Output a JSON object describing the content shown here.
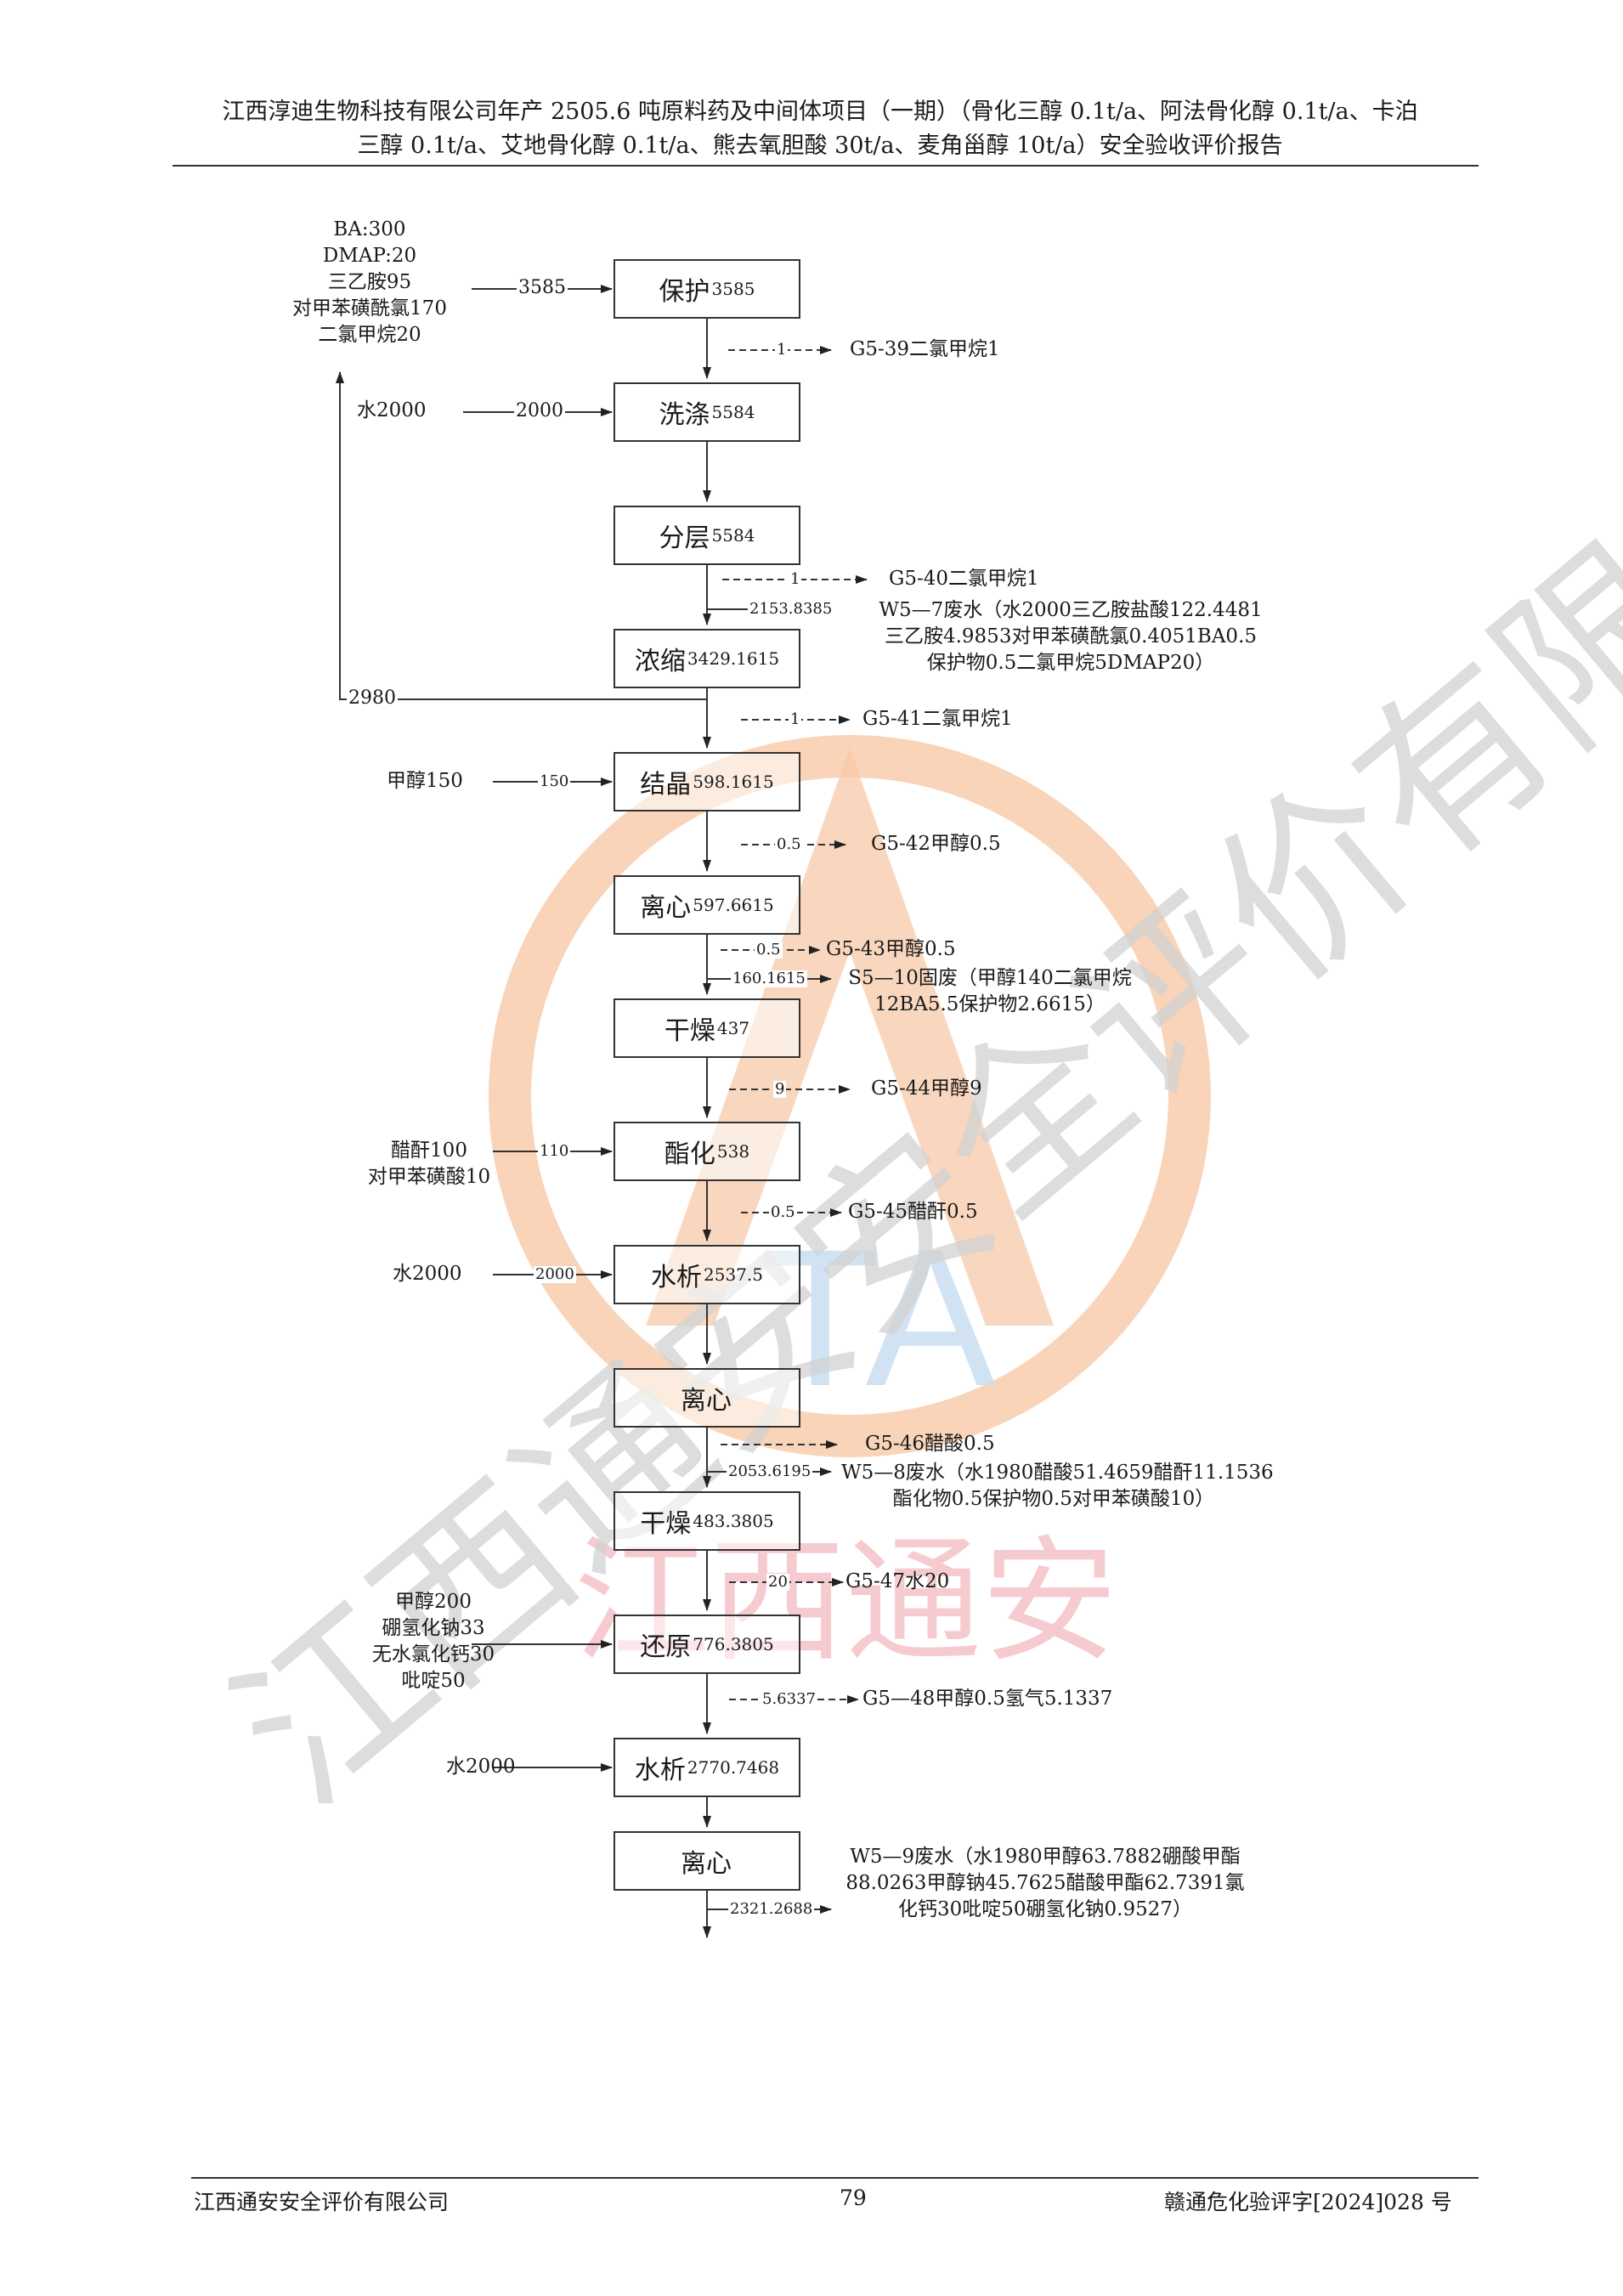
{
  "header": {
    "line1": "江西淳迪生物科技有限公司年产 2505.6 吨原料药及中间体项目（一期）（骨化三醇 0.1t/a、阿法骨化醇 0.1t/a、卡泊",
    "line2": "三醇 0.1t/a、艾地骨化醇 0.1t/a、熊去氧胆酸 30t/a、麦角甾醇 10t/a）安全验收评价报告"
  },
  "inputs": {
    "protect": [
      "BA:300",
      "DMAP:20",
      "三乙胺95",
      "对甲苯磺酰氯170",
      "二氯甲烷20"
    ],
    "wash": "水2000",
    "crystal": "甲醇150",
    "ester": [
      "醋酐100",
      "对甲苯磺酸10"
    ],
    "hydro1": "水2000",
    "reduce": [
      "甲醇200",
      "硼氢化钠33",
      "无水氯化钙30",
      "吡啶50"
    ],
    "hydro2": "水2000"
  },
  "flows": {
    "in_protect": "3585",
    "in_wash": "2000",
    "recycle": "2980",
    "in_crystal": "150",
    "in_ester": "110",
    "in_hydro1": "2000",
    "g539": "1",
    "g540": "1",
    "w57": "2153.8385",
    "g541": "1",
    "g542": "0.5",
    "g543": "0.5",
    "s510": "160.1615",
    "g544": "9",
    "g545": "0.5",
    "w58": "2053.6195",
    "g547": "20",
    "g548": "5.6337",
    "w59": "2321.2688"
  },
  "steps": [
    {
      "name": "保护",
      "amount": "3585"
    },
    {
      "name": "洗涤",
      "amount": "5584"
    },
    {
      "name": "分层",
      "amount": "5584"
    },
    {
      "name": "浓缩",
      "amount": "3429.1615"
    },
    {
      "name": "结晶",
      "amount": "598.1615"
    },
    {
      "name": "离心",
      "amount": "597.6615"
    },
    {
      "name": "干燥",
      "amount": "437"
    },
    {
      "name": "酯化",
      "amount": "538"
    },
    {
      "name": "水析",
      "amount": "2537.5"
    },
    {
      "name": "离心",
      "amount": ""
    },
    {
      "name": "干燥",
      "amount": "483.3805"
    },
    {
      "name": "还原",
      "amount": "776.3805"
    },
    {
      "name": "水析",
      "amount": "2770.7468"
    },
    {
      "name": "离心",
      "amount": ""
    }
  ],
  "outputs": {
    "g539": "G5-39二氯甲烷1",
    "g540": "G5-40二氯甲烷1",
    "w57": [
      "W5—7废水（水2000三乙胺盐酸122.4481",
      "三乙胺4.9853对甲苯磺酰氯0.4051BA0.5",
      "保护物0.5二氯甲烷5DMAP20）"
    ],
    "g541": "G5-41二氯甲烷1",
    "g542": "G5-42甲醇0.5",
    "g543": "G5-43甲醇0.5",
    "s510": [
      "S5—10固废（甲醇140二氯甲烷",
      "12BA5.5保护物2.6615）"
    ],
    "g544": "G5-44甲醇9",
    "g545": "G5-45醋酐0.5",
    "g546": "G5-46醋酸0.5",
    "w58": [
      "W5—8废水（水1980醋酸51.4659醋酐11.1536",
      "酯化物0.5保护物0.5对甲苯磺酸10）"
    ],
    "g547": "G5-47水20",
    "g548": "G5—48甲醇0.5氢气5.1337",
    "w59": [
      "W5—9废水（水1980甲醇63.7882硼酸甲酯",
      "88.0263甲醇钠45.7625醋酸甲酯62.7391氯",
      "化钙30吡啶50硼氢化钠0.9527）"
    ]
  },
  "watermark": {
    "diagonal": "江西通安安全评价有限公司",
    "center": "江西通安",
    "logo": "TA"
  },
  "footer": {
    "company": "江西通安安全评价有限公司",
    "page": "79",
    "doc_no": "赣通危化验评字[2024]028 号"
  },
  "colors": {
    "logo_ring": "#f7c9a8",
    "logo_blue": "#c9dff0",
    "logo_pink": "#f3b6bb",
    "diagonal_wm": "#d2d2d2",
    "ink": "#1a1a1a"
  }
}
